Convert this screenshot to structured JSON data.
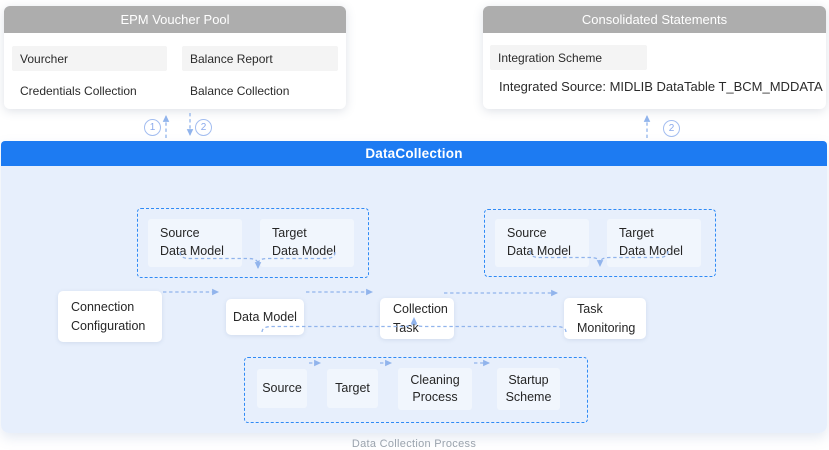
{
  "colors": {
    "accent_blue": "#1d7bf2",
    "panel_background": "#e7effc",
    "dashed_border_blue": "#2f8af5",
    "connector_blue": "#91b4ec",
    "card_header_gray": "#adadad",
    "item_background": "#f4f4f4"
  },
  "cards": {
    "epm": {
      "title": "EPM Voucher Pool",
      "items": [
        "Vourcher",
        "Balance Report",
        "Credentials Collection",
        "Balance Collection"
      ]
    },
    "consolidated": {
      "title": "Consolidated Statements",
      "items": [
        "Integration Scheme"
      ],
      "source_line": "Integrated Source: MIDLIB DataTable T_BCM_MDDATA"
    }
  },
  "markers": {
    "left_up": "1",
    "left_down": "2",
    "right_up": "2"
  },
  "pipeline": {
    "title": "DataCollection",
    "left_group": {
      "source": "Source\nData Model",
      "target": "Target\nData Model"
    },
    "right_group": {
      "source": "Source\nData Model",
      "target": "Target\nData Model"
    },
    "nodes": {
      "connection_configuration": "Connection\nConfiguration",
      "data_model": "Data Model",
      "collection_task": "Collection\nTask",
      "task_monitoring": "Task\nMonitoring",
      "source": "Source",
      "target": "Target",
      "cleaning_process": "Cleaning\nProcess",
      "startup_scheme": "Startup\nScheme"
    },
    "caption": "Data Collection Process"
  }
}
